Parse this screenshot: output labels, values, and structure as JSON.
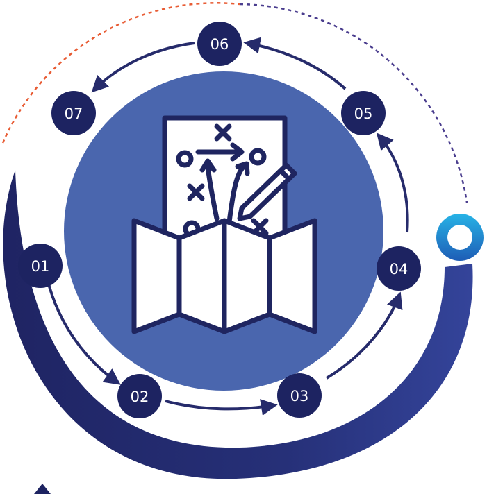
{
  "steps": [
    {
      "id": "01",
      "label": "01"
    },
    {
      "id": "02",
      "label": "02"
    },
    {
      "id": "03",
      "label": "03"
    },
    {
      "id": "04",
      "label": "04"
    },
    {
      "id": "05",
      "label": "05"
    },
    {
      "id": "06",
      "label": "06"
    },
    {
      "id": "07",
      "label": "07"
    }
  ],
  "colors": {
    "navy": "#1d2361",
    "arc_dark": "#262b6b",
    "arc_mid": "#2f3b8f",
    "center_circle": "#4a66ae",
    "icon_stroke": "#1f2560",
    "dash_orange": "#e85b33",
    "dash_purple": "#4a3d8e",
    "accent_ring_light": "#25a6dd",
    "accent_ring_dark": "#1f63ba"
  },
  "icon": "map-strategy-icon"
}
